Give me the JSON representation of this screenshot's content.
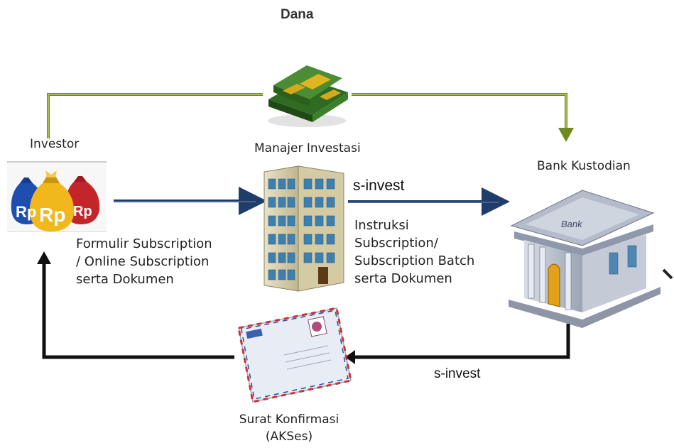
{
  "title": "Dana",
  "nodes": {
    "investor": "Investor",
    "manajer": "Manajer Investasi",
    "bank": "Bank Kustodian",
    "bank_sign": "Bank"
  },
  "edges": {
    "top": "s-invest",
    "bottom": "s-invest"
  },
  "formulir": [
    "Formulir Subscription",
    "/ Online Subscription",
    "serta Dokumen"
  ],
  "instruksi": [
    "Instruksi",
    "Subscription/",
    "Subscription Batch",
    "serta Dokumen"
  ],
  "surat": [
    "Surat Konfirmasi",
    "(AKSes)"
  ],
  "currency": [
    "Rp",
    "Rp",
    "Rp"
  ],
  "colors": {
    "dana_line": "#6f8a1e",
    "arrow_blue": "#1f3d6b",
    "arrow_black": "#111111"
  }
}
